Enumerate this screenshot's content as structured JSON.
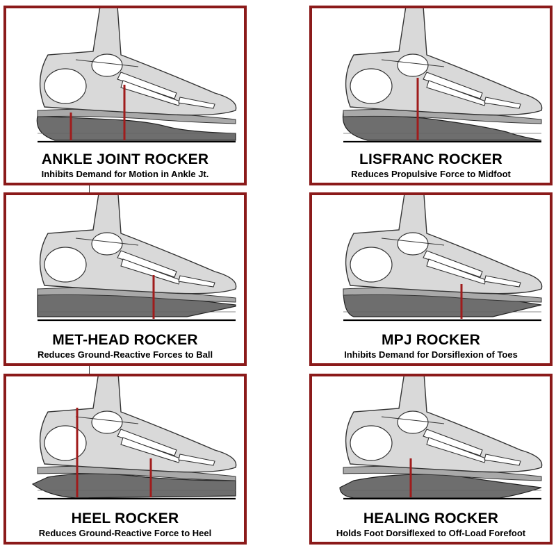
{
  "colors": {
    "frame": "#8b1a1a",
    "sole": "#6e6e6e",
    "insole": "#a9a9a9",
    "foot_fill": "#d9d9d9",
    "marker": "#a01c1c"
  },
  "panels": [
    {
      "title": "ANKLE JOINT ROCKER",
      "subtitle": "Inhibits Demand for Motion in Ankle Jt."
    },
    {
      "title": "LISFRANC ROCKER",
      "subtitle": "Reduces Propulsive Force to Midfoot"
    },
    {
      "title": "MET-HEAD ROCKER",
      "subtitle": "Reduces Ground-Reactive Forces to Ball"
    },
    {
      "title": "MPJ ROCKER",
      "subtitle": "Inhibits Demand for Dorsiflexion of Toes"
    },
    {
      "title": "HEEL ROCKER",
      "subtitle": "Reduces Ground-Reactive Force to Heel"
    },
    {
      "title": "HEALING ROCKER",
      "subtitle": "Holds Foot Dorsiflexed to Off-Load Forefoot"
    }
  ]
}
